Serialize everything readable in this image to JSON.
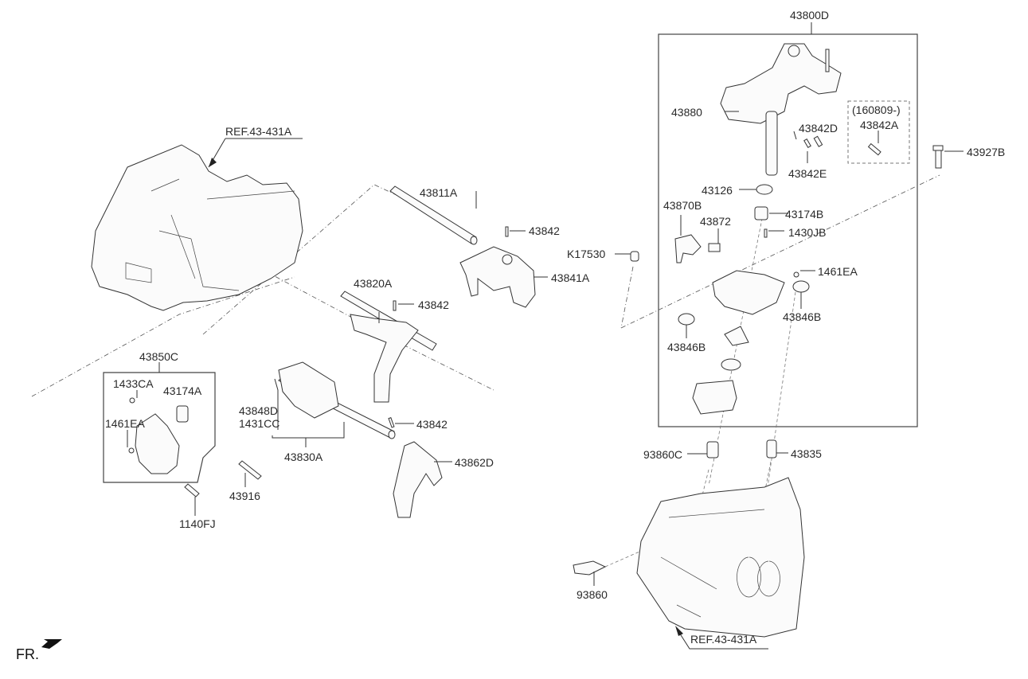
{
  "diagram": {
    "title": "Transmission gear shift control parts",
    "orientation_label": "FR.",
    "reference_labels": [
      "REF.43-431A",
      "REF.43-431A"
    ],
    "labels": {
      "p43800D": "43800D",
      "p43880": "43880",
      "p160809": "(160809-)",
      "p43842A": "43842A",
      "p43842D": "43842D",
      "p43842E": "43842E",
      "p43927B": "43927B",
      "p43126": "43126",
      "p43870B": "43870B",
      "p43872": "43872",
      "p43174B": "43174B",
      "p1430JB": "1430JB",
      "pK17530": "K17530",
      "p1461EA_r": "1461EA",
      "p43846B_r": "43846B",
      "p43846B_l": "43846B",
      "p43811A": "43811A",
      "p43842_1": "43842",
      "p43841A": "43841A",
      "p43820A": "43820A",
      "p43842_2": "43842",
      "p43850C": "43850C",
      "p1433CA": "1433CA",
      "p43174A": "43174A",
      "p1461EA_l": "1461EA",
      "p43916": "43916",
      "p1140FJ": "1140FJ",
      "p43848D": "43848D",
      "p1431CC": "1431CC",
      "p43830A": "43830A",
      "p43842_3": "43842",
      "p43862D": "43862D",
      "p93860C": "93860C",
      "p43835": "43835",
      "p93860": "93860",
      "ref_top": "REF.43-431A",
      "ref_bottom": "REF.43-431A"
    }
  }
}
